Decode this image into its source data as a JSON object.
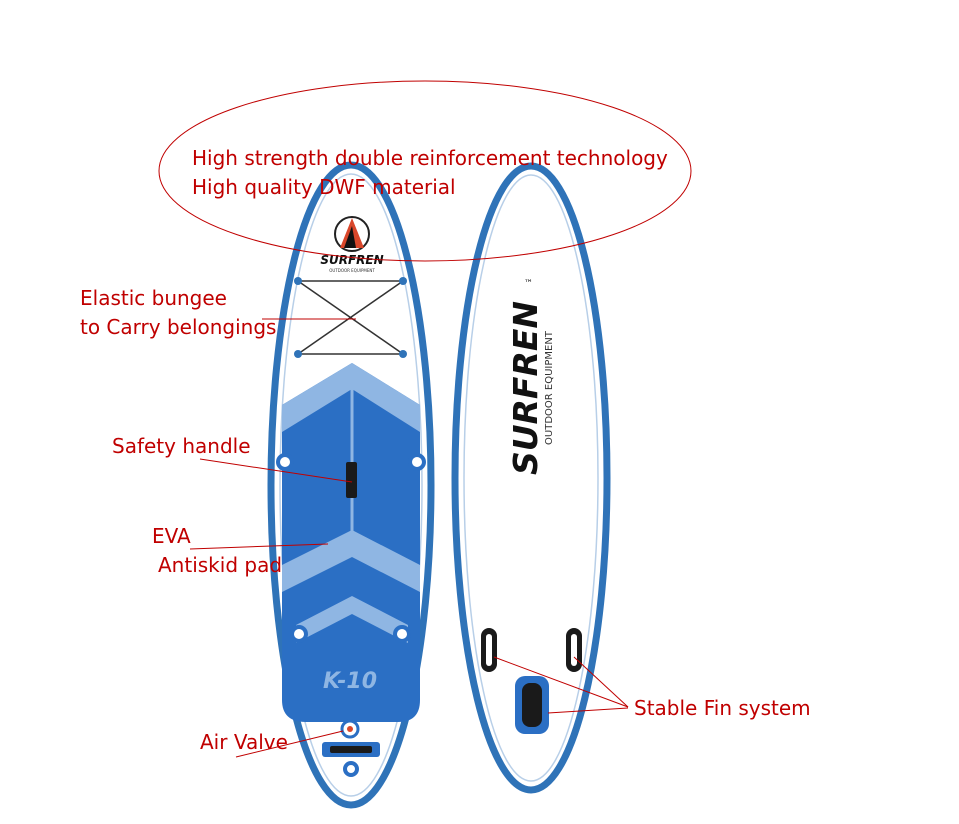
{
  "callouts": {
    "top_line1": "High strength double reinforcement technology",
    "top_line2": "High quality DWF material",
    "bungee_line1": "Elastic bungee",
    "bungee_line2": "to Carry belongings",
    "handle": "Safety handle",
    "eva_line1": "EVA",
    "eva_line2": "Antiskid pad",
    "valve": "Air Valve",
    "fins": "Stable Fin system"
  },
  "brand": {
    "name": "SURFREN",
    "tagline": "OUTDOOR EQUIPMENT",
    "tm": "™",
    "model": "K-10"
  },
  "colors": {
    "annotation": "#c00000",
    "board_rail": "#2f73b8",
    "deck_dark": "#2b6fc4",
    "deck_light": "#8fb6e3"
  }
}
